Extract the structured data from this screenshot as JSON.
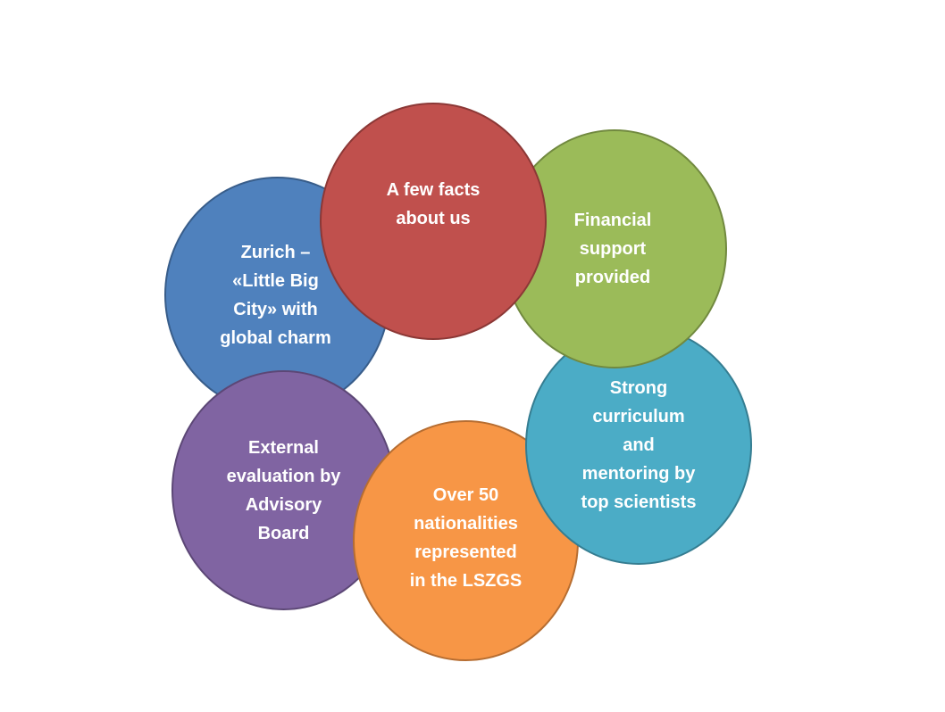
{
  "circles": [
    {
      "id": "zurich",
      "text": "Zurich –\n«Little Big\nCity» with\nglobal charm",
      "fill": "#4F81BD",
      "stroke": "#385D8A"
    },
    {
      "id": "evaluation",
      "text": "External\nevaluation by\nAdvisory\nBoard",
      "fill": "#8064A2",
      "stroke": "#5C4776"
    },
    {
      "id": "nationalities",
      "text": "Over 50\nnationalities\nrepresented\nin the LSZGS",
      "fill": "#F79646",
      "stroke": "#B66D31"
    },
    {
      "id": "curriculum",
      "text": "Strong\ncurriculum\nand\nmentoring by\ntop scientists",
      "fill": "#4BACC6",
      "stroke": "#357D91"
    },
    {
      "id": "financial",
      "text": "Financial\nsupport\nprovided",
      "fill": "#9BBB59",
      "stroke": "#71893F"
    },
    {
      "id": "facts",
      "text": "A few facts\nabout us",
      "fill": "#C0504D",
      "stroke": "#8C3836"
    }
  ]
}
